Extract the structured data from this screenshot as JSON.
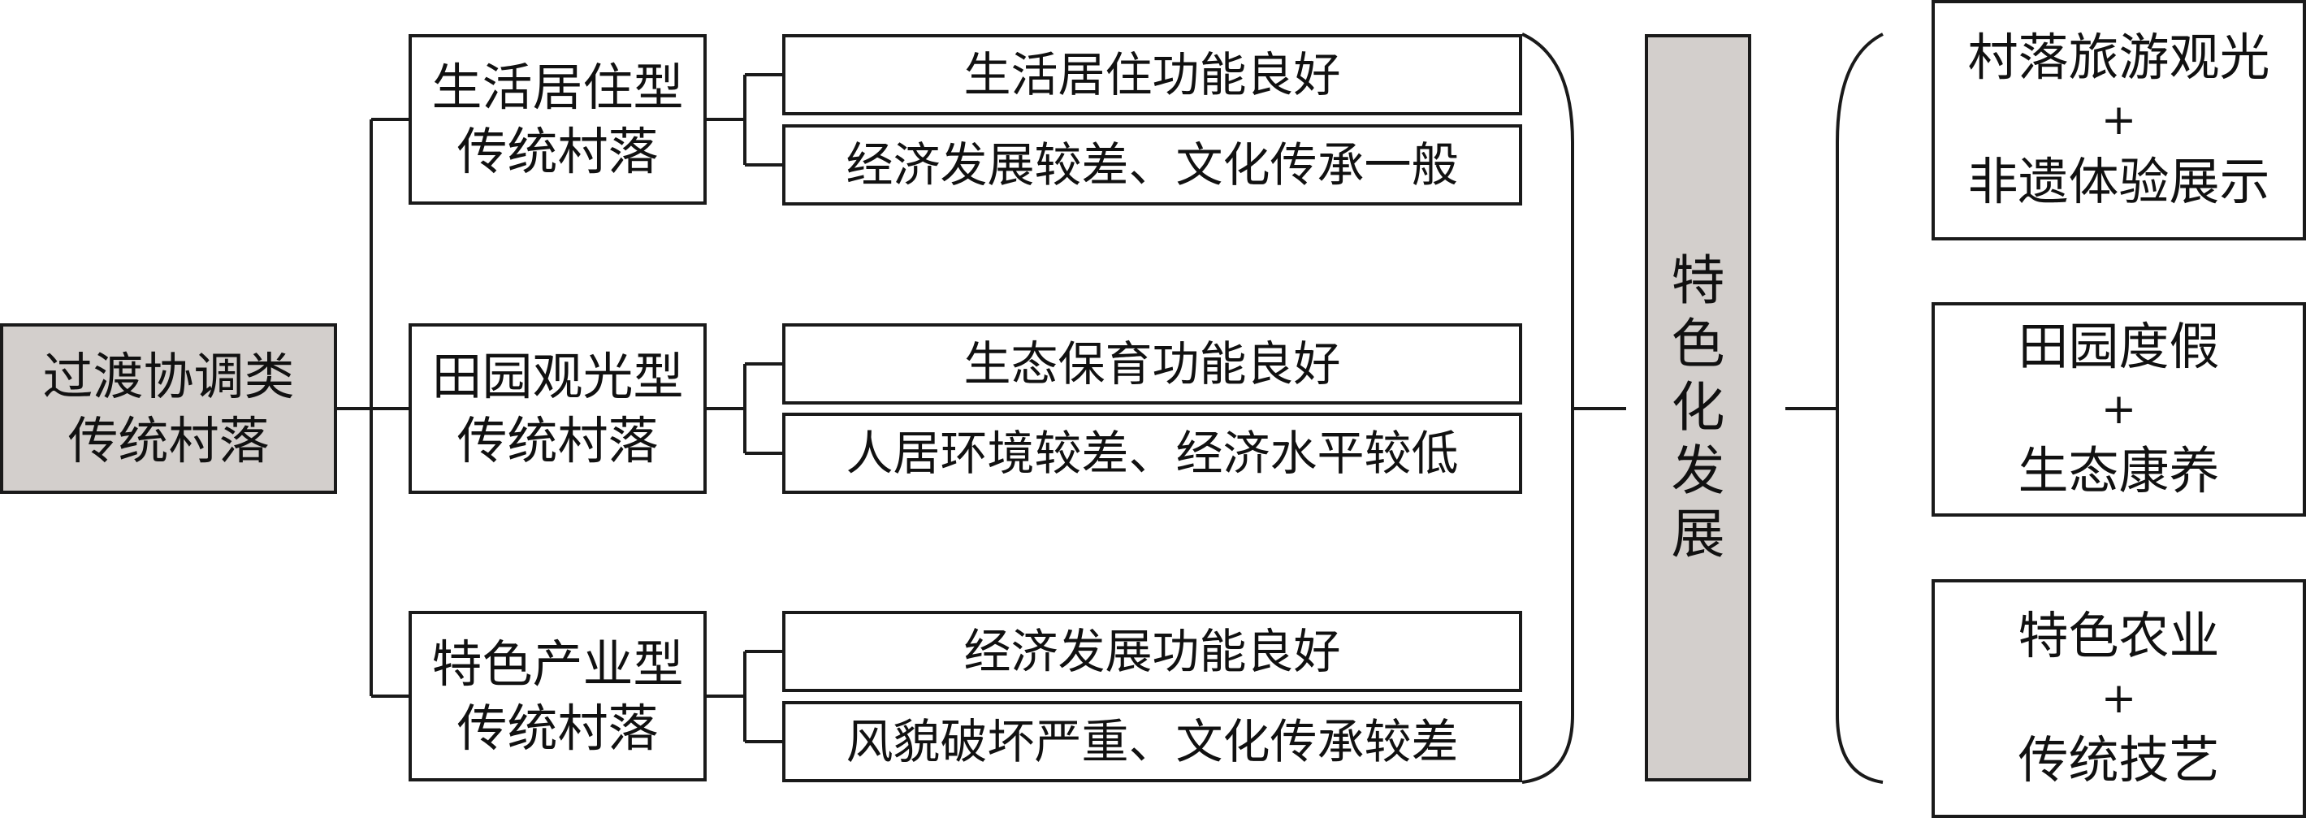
{
  "root": {
    "lines": [
      "过渡协调类",
      "传统村落"
    ],
    "fill": "#d3cfcc"
  },
  "types": [
    {
      "lines": [
        "生活居住型",
        "传统村落"
      ],
      "features": [
        "生活居住功能良好",
        "经济发展较差、文化传承一般"
      ]
    },
    {
      "lines": [
        "田园观光型",
        "传统村落"
      ],
      "features": [
        "生态保育功能良好",
        "人居环境较差、经济水平较低"
      ]
    },
    {
      "lines": [
        "特色产业型",
        "传统村落"
      ],
      "features": [
        "经济发展功能良好",
        "风貌破坏严重、文化传承较差"
      ]
    }
  ],
  "central": {
    "chars": [
      "特",
      "色",
      "化",
      "发",
      "展"
    ],
    "fill": "#d3cfcc"
  },
  "modes": [
    {
      "lines": [
        "村落旅游观光",
        "+",
        "非遗体验展示"
      ]
    },
    {
      "lines": [
        "田园度假",
        "+",
        "生态康养"
      ]
    },
    {
      "lines": [
        "特色农业",
        "+",
        "传统技艺"
      ]
    }
  ]
}
